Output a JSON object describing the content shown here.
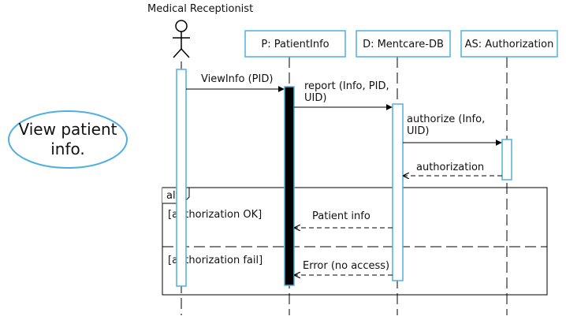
{
  "actor": {
    "name": "Medical Receptionist"
  },
  "lifelines": [
    {
      "label": "P: PatientInfo"
    },
    {
      "label": "D: Mentcare-DB"
    },
    {
      "label": "AS: Authorization"
    }
  ],
  "messages": {
    "view_info": "ViewInfo (PID)",
    "report_line1": "report (Info, PID,",
    "report_line2": "UID)",
    "authorize_line1": "authorize (Info,",
    "authorize_line2": "UID)",
    "authorization": "authorization",
    "patient_info": "Patient info",
    "error": "Error (no access)"
  },
  "fragment": {
    "operator": "alt",
    "guard_ok": "[authorization OK]",
    "guard_fail": "[authorization fail]"
  },
  "use_case": {
    "line1": "View patient",
    "line2": "info."
  },
  "colors": {
    "box_border": "#4fb0e0",
    "activation_border": "#4fb0e0",
    "activation_fill_active": "#000000",
    "line": "#000000"
  }
}
